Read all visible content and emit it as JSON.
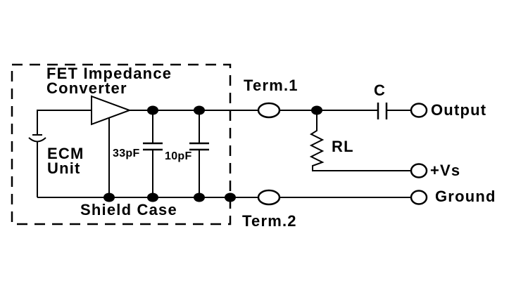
{
  "diagram": {
    "type": "schematic",
    "description": "Electret condenser microphone (ECM) unit internal circuit with external load circuit",
    "colors": {
      "background": "#ffffff",
      "stroke": "#000000"
    },
    "shield_box": {
      "converter_line1": "FET Impedance",
      "converter_line2": "Converter",
      "ecm_line1": "ECM",
      "ecm_line2": "Unit",
      "cap33_label": "33pF",
      "cap10_label": "10pF",
      "shield_label": "Shield Case"
    },
    "terminals": {
      "term1_label": "Term.1",
      "term2_label": "Term.2"
    },
    "external_circuit": {
      "coupling_cap_label": "C",
      "load_resistor_label": "RL",
      "output_label": "Output",
      "supply_label": "+Vs",
      "ground_label": "Ground"
    }
  }
}
